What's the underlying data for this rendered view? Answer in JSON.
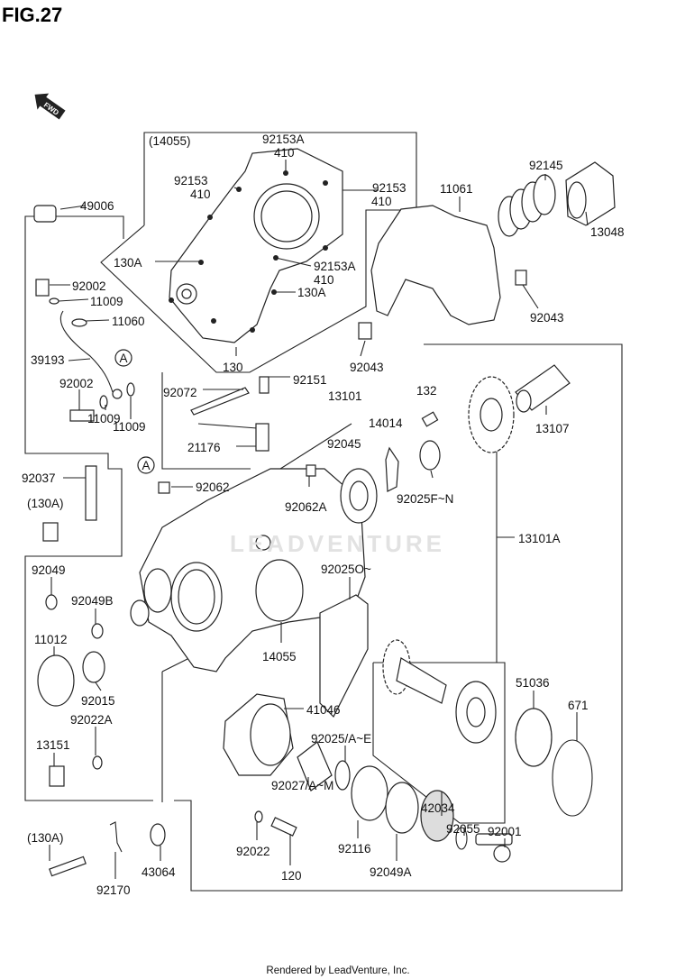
{
  "figure_title": "FIG.27",
  "direction_badge": "FWD",
  "watermark": "LEADVENTURE",
  "footer": "Rendered by LeadVenture, Inc.",
  "reference_marker": "A",
  "callouts": [
    "(14055)",
    "92153A",
    "410",
    "92153",
    "410",
    "92153",
    "410",
    "130A",
    "92153A",
    "410",
    "130A",
    "130",
    "49006",
    "92002",
    "11009",
    "11060",
    "39193",
    "92002",
    "11009",
    "11009",
    "92072",
    "92151",
    "13101",
    "132",
    "14014",
    "92045",
    "21176",
    "92037",
    "(130A)",
    "92062",
    "92062A",
    "92025F~N",
    "13107",
    "11061",
    "92145",
    "13048",
    "92043",
    "92043",
    "13101A",
    "92049",
    "92049B",
    "92025O~",
    "14055",
    "11012",
    "92015",
    "92022A",
    "13151",
    "51036",
    "671",
    "41046",
    "92025/A~E",
    "92027/A~M",
    "42034",
    "92055",
    "92001",
    "92022",
    "120",
    "92116",
    "92049A",
    "(130A)",
    "43064",
    "92170"
  ]
}
